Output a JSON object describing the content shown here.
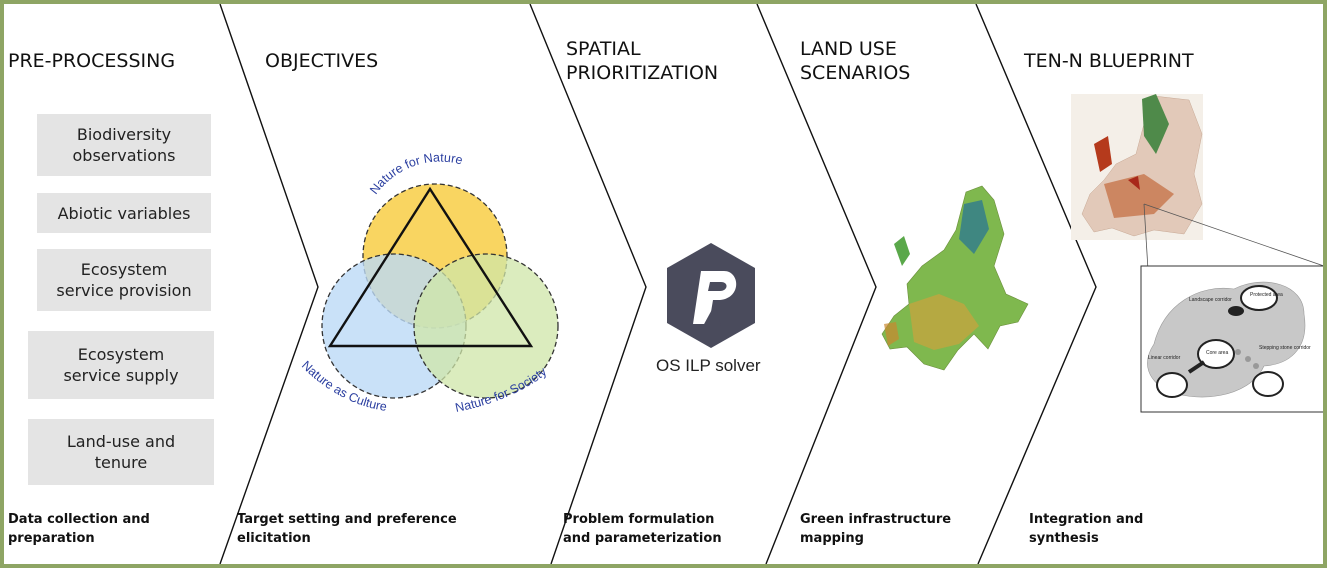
{
  "stages": [
    {
      "title": "PRE-PROCESSING",
      "footer": "Data collection and\npreparation"
    },
    {
      "title": "OBJECTIVES",
      "footer": "Target setting and preference\nelicitation"
    },
    {
      "title": "SPATIAL\nPRIORITIZATION",
      "footer": "Problem formulation\nand parameterization"
    },
    {
      "title": "LAND USE\nSCENARIOS",
      "footer": "Green infrastructure\nmapping"
    },
    {
      "title": "TEN-N BLUEPRINT",
      "footer": "Integration and\nsynthesis"
    }
  ],
  "inputs": [
    "Biodiversity\nobservations",
    "Abiotic variables",
    "Ecosystem\nservice provision",
    "Ecosystem\nservice supply",
    "Land-use and\ntenure"
  ],
  "venn": {
    "top": "Nature for Nature",
    "left": "Nature as Culture",
    "right": "Nature for Society"
  },
  "solver": {
    "label": "OS ILP solver",
    "icon": "prioritizr-hex-logo"
  },
  "blueprint": {
    "inset_labels": [
      "Landscape corridor",
      "Stepping stone corridor",
      "Linear corridor",
      "Protected area",
      "Core area"
    ]
  },
  "colors": {
    "frame": "#8ea564",
    "box": "#e4e4e4",
    "venn_top": "#f8d050",
    "venn_left": "#bcd9f6",
    "venn_right": "#cfe6a8",
    "venn_label": "#2b3fa0",
    "hex": "#4a4b5c"
  }
}
